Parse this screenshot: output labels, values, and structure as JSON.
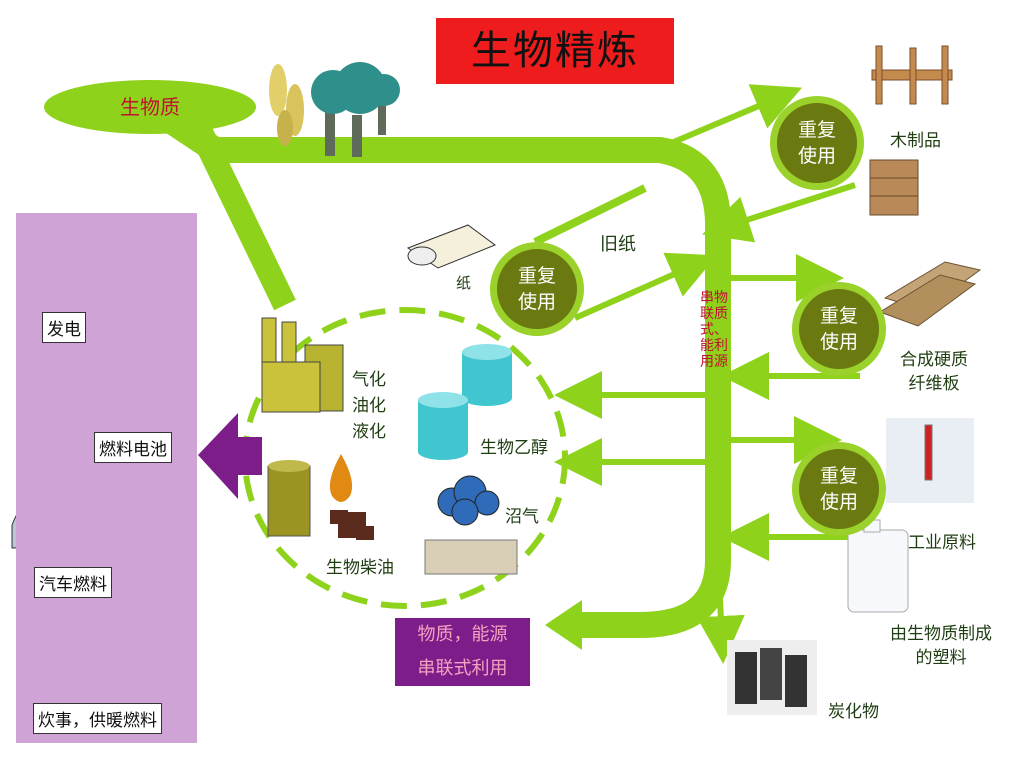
{
  "title": "生物精炼",
  "biomass": "生物质",
  "reuse_label": "重复\n使用",
  "cascade_vertical": "串物联质式、能利用源",
  "cascade_box": {
    "line1": "物质，能源",
    "line2": "串联式利用"
  },
  "left_panel": {
    "power": "发电",
    "fuel_cell": "燃料电池",
    "auto_fuel": "汽车燃料",
    "cooking": "炊事，供暖燃料"
  },
  "center": {
    "gasify": [
      "气化",
      "油化",
      "液化"
    ],
    "bioethanol": "生物乙醇",
    "biogas": "沼气",
    "biodiesel": "生物柴油"
  },
  "products": {
    "paper": "纸",
    "old_paper": "旧纸",
    "wood": "木制品",
    "board": [
      "合成硬质",
      "纤维板"
    ],
    "industrial": "工业原料",
    "plastic": [
      "由生物质制成",
      "的塑料"
    ],
    "carbonized": "炭化物"
  },
  "colors": {
    "green": "#8fd21c",
    "olive": "#6b7a10",
    "purple": "#7c1d8a",
    "title_bg": "#ee1c1c",
    "panel": "#cfa3d6"
  }
}
